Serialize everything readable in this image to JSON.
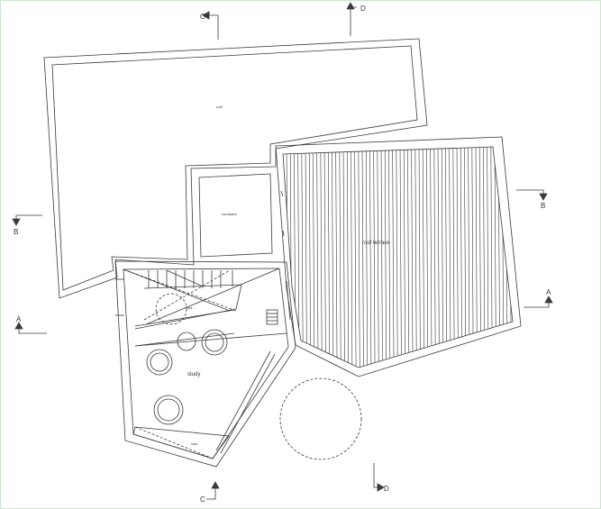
{
  "colors": {
    "line": "#3a3a3a",
    "background": "#ffffff",
    "border": "#cfe3cf"
  },
  "labels": {
    "roof": "roof",
    "courtyard": "courtyard",
    "roof_terrace": "roof terrace",
    "void": "void",
    "study": "study",
    "stair": "stair"
  },
  "sections": {
    "c_top": "C",
    "d_top": "D",
    "b_left": "B",
    "b_right": "B",
    "a_left": "A",
    "a_right": "A",
    "c_bottom": "C",
    "d_bottom": "D"
  }
}
